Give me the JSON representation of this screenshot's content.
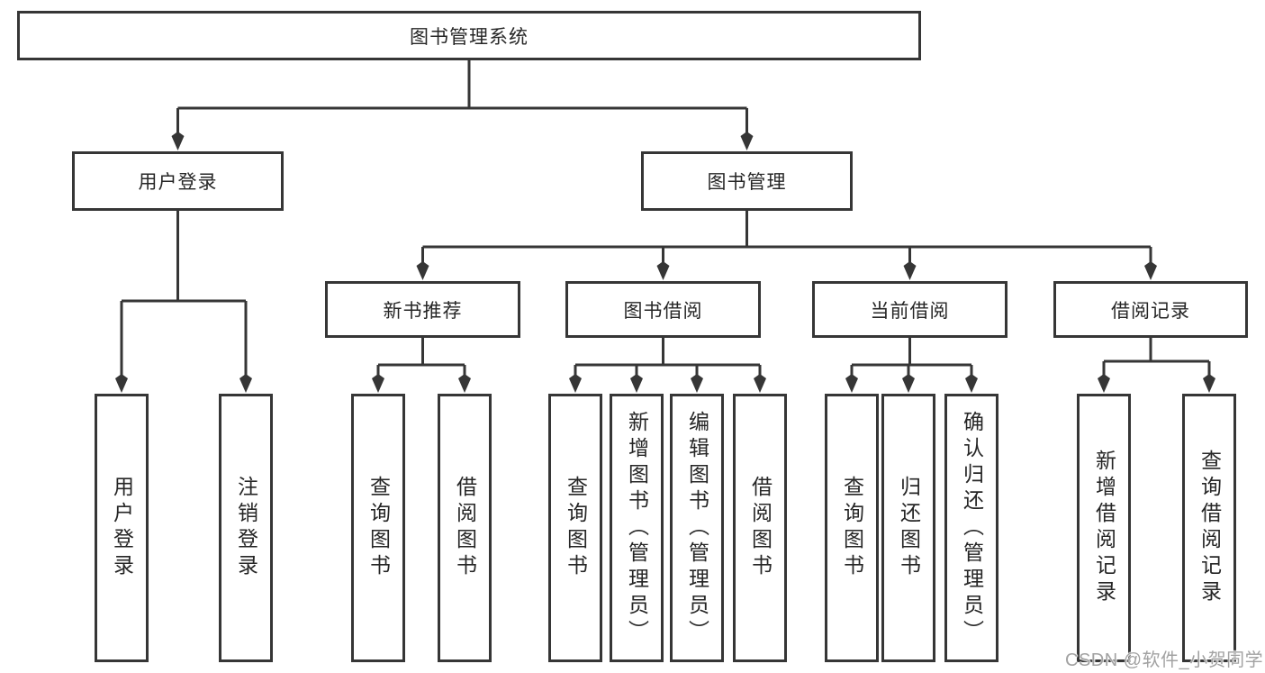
{
  "tree": {
    "root": {
      "label": "图书管理系统"
    },
    "branches": [
      {
        "label": "用户登录",
        "leaves": [
          {
            "label": "用户登录"
          },
          {
            "label": "注销登录"
          }
        ]
      },
      {
        "label": "图书管理",
        "groups": [
          {
            "label": "新书推荐",
            "leaves": [
              {
                "label": "查询图书"
              },
              {
                "label": "借阅图书"
              }
            ]
          },
          {
            "label": "图书借阅",
            "leaves": [
              {
                "label": "查询图书"
              },
              {
                "label": "新增图书（管理员）"
              },
              {
                "label": "编辑图书（管理员）"
              },
              {
                "label": "借阅图书"
              }
            ]
          },
          {
            "label": "当前借阅",
            "leaves": [
              {
                "label": "查询图书"
              },
              {
                "label": "归还图书"
              },
              {
                "label": "确认归还（管理员）"
              }
            ]
          },
          {
            "label": "借阅记录",
            "leaves": [
              {
                "label": "新增借阅记录"
              },
              {
                "label": "查询借阅记录"
              }
            ]
          }
        ]
      }
    ]
  },
  "watermark": {
    "text": "CSDN @软件_小贺同学"
  },
  "colors": {
    "line": "#363636",
    "text": "#262626",
    "background": "#ffffff",
    "watermark": "#a2a2a2"
  }
}
